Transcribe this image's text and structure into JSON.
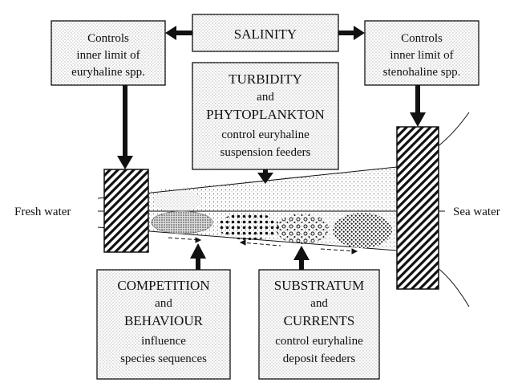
{
  "diagram": {
    "boxes": {
      "salinity": [
        "SALINITY"
      ],
      "left_controls": [
        "Controls",
        "inner limit of",
        "euryhaline spp."
      ],
      "right_controls": [
        "Controls",
        "inner limit of",
        "stenohaline spp."
      ],
      "turbidity": [
        "TURBIDITY",
        "and",
        "PHYTOPLANKTON",
        "control euryhaline",
        "suspension feeders"
      ],
      "competition": [
        "COMPETITION",
        "and",
        "BEHAVIOUR",
        "influence",
        "species sequences"
      ],
      "substratum": [
        "SUBSTRATUM",
        "and",
        "CURRENTS",
        "control euryhaline",
        "deposit feeders"
      ]
    },
    "labels": {
      "fresh_water": "Fresh water",
      "sea_water": "Sea water"
    }
  }
}
